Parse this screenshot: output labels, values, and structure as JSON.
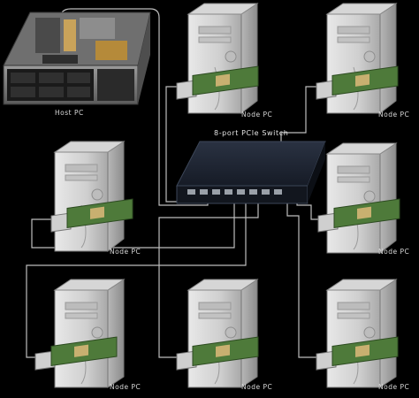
{
  "labels": {
    "host_pc": "Host PC",
    "switch": "8-port PCIe Switch",
    "node_pc": "Node PC"
  },
  "nodes": [
    {
      "id": "top-center",
      "label": "Node PC"
    },
    {
      "id": "top-right",
      "label": "Node PC"
    },
    {
      "id": "mid-left",
      "label": "Node PC"
    },
    {
      "id": "mid-right",
      "label": "Node PC"
    },
    {
      "id": "bottom-left",
      "label": "Node PC"
    },
    {
      "id": "bottom-center",
      "label": "Node PC"
    },
    {
      "id": "bottom-right",
      "label": "Node PC"
    }
  ],
  "colors": {
    "background": "#000000",
    "cable": "#bfbfbf",
    "tower_light": "#dcdcdc",
    "tower_mid": "#b4b4b4",
    "tower_dark": "#8a8a8a",
    "switch_body": "#1c2230",
    "card_green": "#4e7a3a",
    "label_text": "#d8d8d8"
  }
}
